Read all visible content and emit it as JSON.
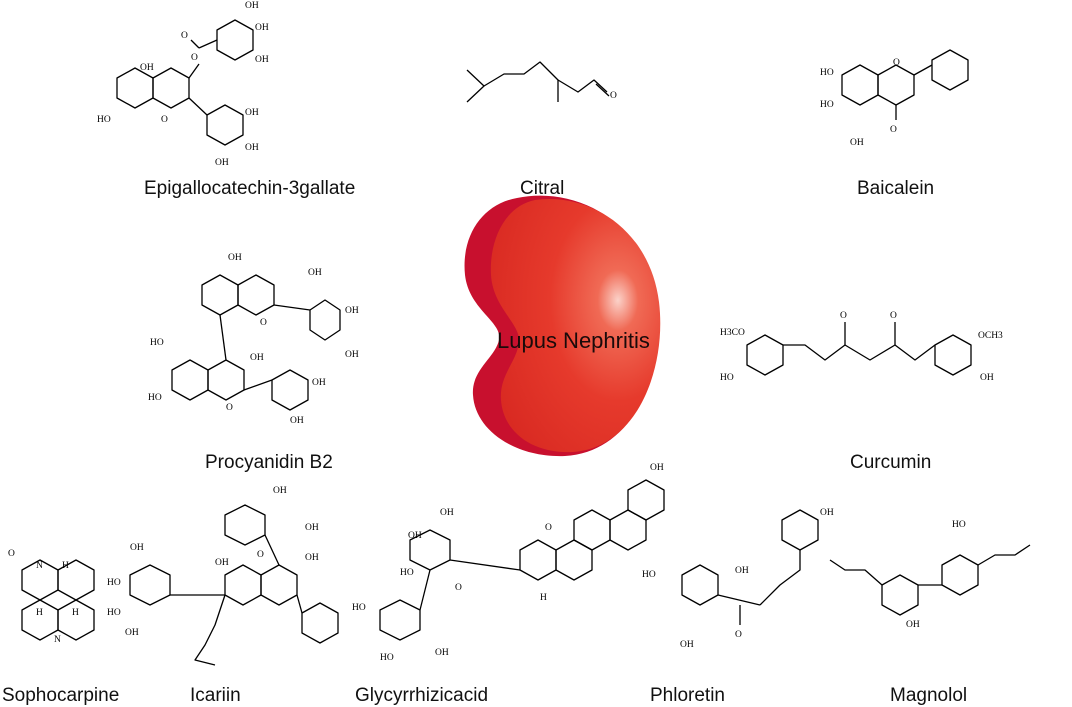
{
  "center": {
    "label": "Lupus Nephritis",
    "colors": {
      "base": "#c8102e",
      "front": "#e63a2c",
      "highlight": "#fbd2c9"
    }
  },
  "compounds": [
    {
      "name": "Epigallocatechin-3gallate"
    },
    {
      "name": "Citral"
    },
    {
      "name": "Baicalein"
    },
    {
      "name": "Procyanidin B2"
    },
    {
      "name": "Curcumin"
    },
    {
      "name": "Sophocarpine"
    },
    {
      "name": "Icariin"
    },
    {
      "name": "Glycyrrhizicacid"
    },
    {
      "name": "Phloretin"
    },
    {
      "name": "Magnolol"
    }
  ],
  "atoms": {
    "oh": "OH",
    "ho": "HO",
    "o": "O",
    "n": "N",
    "h": "H",
    "h3co": "H3CO",
    "och3": "OCH3"
  }
}
